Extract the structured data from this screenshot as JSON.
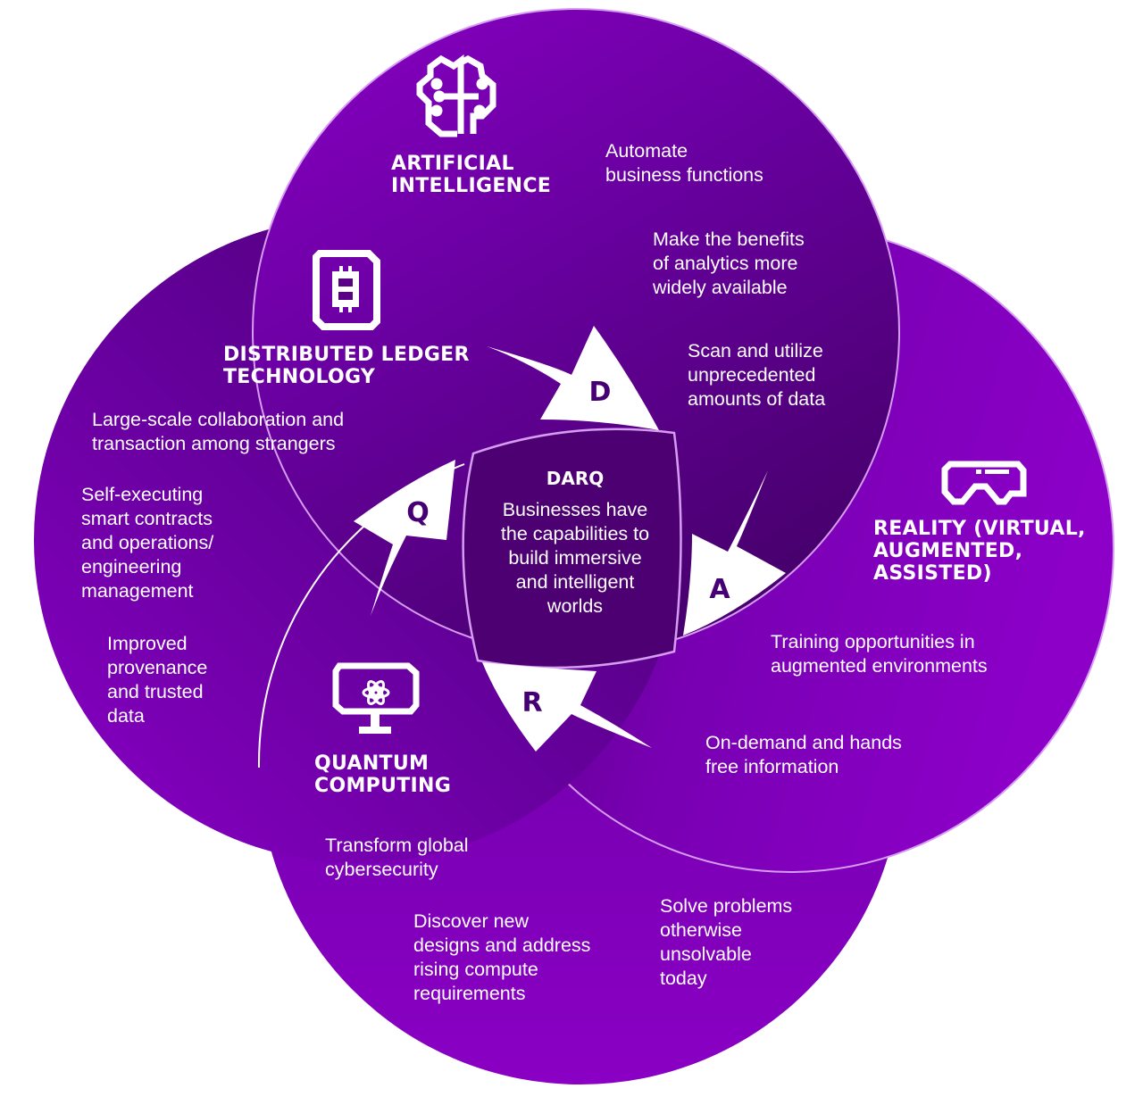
{
  "colors": {
    "circle_light": "#8a00c4",
    "circle_dark": "#4a0070",
    "center_fill": "#4c0072",
    "outline": "#d69cf2",
    "arrow": "#ffffff",
    "letter": "#460073",
    "text": "#ffffff"
  },
  "center": {
    "title": "DARQ",
    "body": "Businesses have\nthe capabilities to\nbuild immersive\nand intelligent\nworlds"
  },
  "arrows": [
    {
      "letter": "D"
    },
    {
      "letter": "A"
    },
    {
      "letter": "R"
    },
    {
      "letter": "Q"
    }
  ],
  "sections": {
    "ai": {
      "icon": "brain-circuit-icon",
      "title": "ARTIFICIAL\nINTELLIGENCE",
      "points": [
        "Automate\nbusiness functions",
        "Make the benefits\nof analytics more\nwidely available",
        "Scan and utilize\nunprecedented\namounts of data"
      ]
    },
    "dlt": {
      "icon": "bitcoin-ledger-icon",
      "title": "DISTRIBUTED LEDGER\nTECHNOLOGY",
      "points": [
        "Large-scale collaboration and\ntransaction among strangers",
        "Self-executing\nsmart contracts\nand operations/\nengineering\nmanagement",
        "Improved\nprovenance\nand trusted\ndata"
      ]
    },
    "reality": {
      "icon": "vr-headset-icon",
      "title": "REALITY (VIRTUAL,\nAUGMENTED,\nASSISTED)",
      "points": [
        "Training opportunities in\naugmented environments",
        "On-demand and hands\nfree information"
      ]
    },
    "quantum": {
      "icon": "atom-monitor-icon",
      "title": "QUANTUM\nCOMPUTING",
      "points": [
        "Transform global\ncybersecurity",
        "Discover new\ndesigns and address\nrising compute\nrequirements",
        "Solve problems\notherwise\nunsolvable\ntoday"
      ]
    }
  }
}
